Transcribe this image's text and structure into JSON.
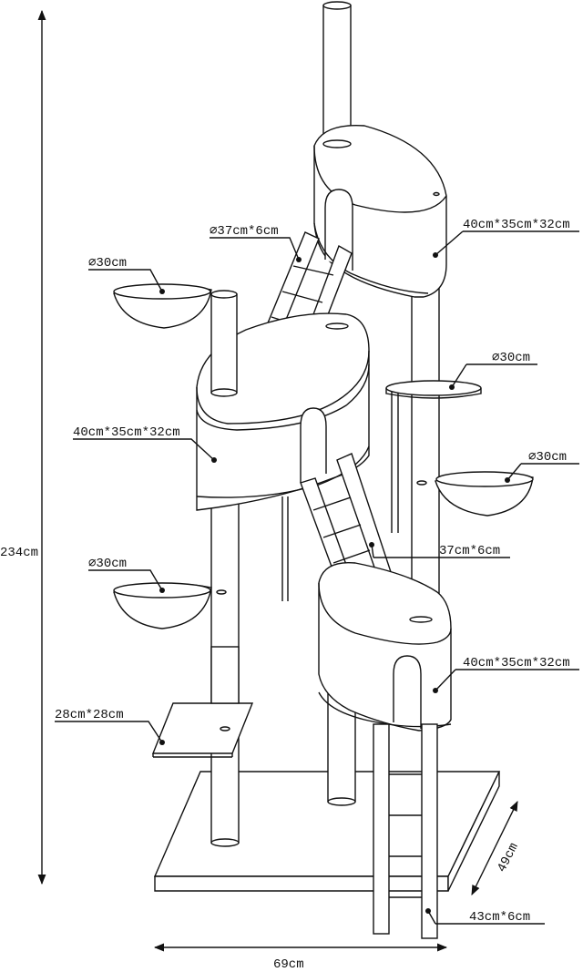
{
  "diagram": {
    "height_label": "234cm",
    "width_label": "69cm",
    "depth_label": "49cm",
    "labels": {
      "house_top": "40cm*35cm*32cm",
      "house_middle": "40cm*35cm*32cm",
      "house_bottom": "40cm*35cm*32cm",
      "ladder_top": "∅37cm*6cm",
      "ladder_middle": "37cm*6cm",
      "ladder_bottom": "43cm*6cm",
      "bowl_left_top": "∅30cm",
      "bowl_left_bottom": "∅30cm",
      "bowl_right": "∅30cm",
      "disc_right": "∅30cm",
      "square_platform": "28cm*28cm"
    }
  }
}
